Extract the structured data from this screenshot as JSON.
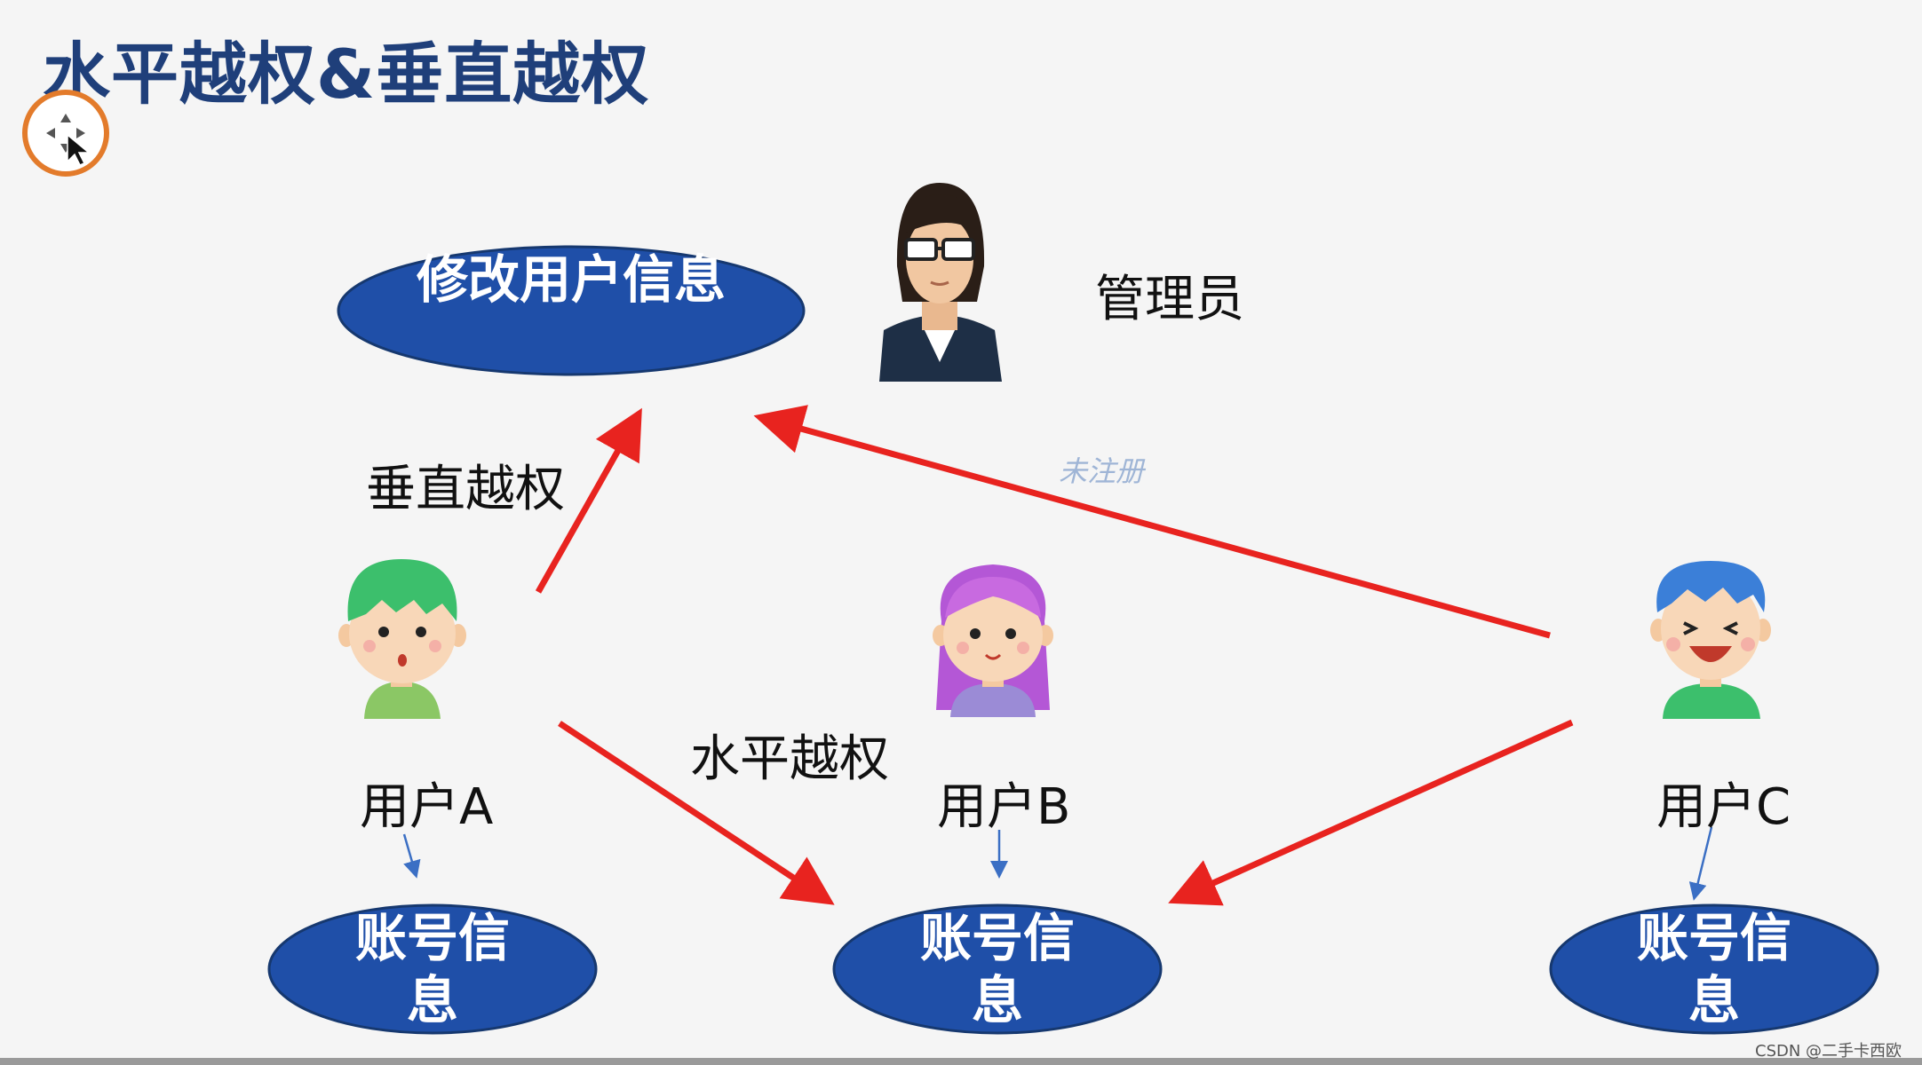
{
  "title": "水平越权&垂直越权",
  "admin": {
    "label": "管理员",
    "resource": "修改用户信息"
  },
  "users": [
    {
      "label": "用户A",
      "resource": "账号信息"
    },
    {
      "label": "用户B",
      "resource": "账号信息"
    },
    {
      "label": "用户C",
      "resource": "账号信息"
    }
  ],
  "edges": {
    "vertical_label": "垂直越权",
    "horizontal_label": "水平越权"
  },
  "watermark": "未注册",
  "credit": "CSDN @二手卡西欧",
  "colors": {
    "title": "#1f3f7a",
    "node_fill": "#1f4fa8",
    "privilege_arrow": "#e8231f",
    "ownership_arrow": "#3b6fc4",
    "cursor_ring": "#e37b2b"
  }
}
